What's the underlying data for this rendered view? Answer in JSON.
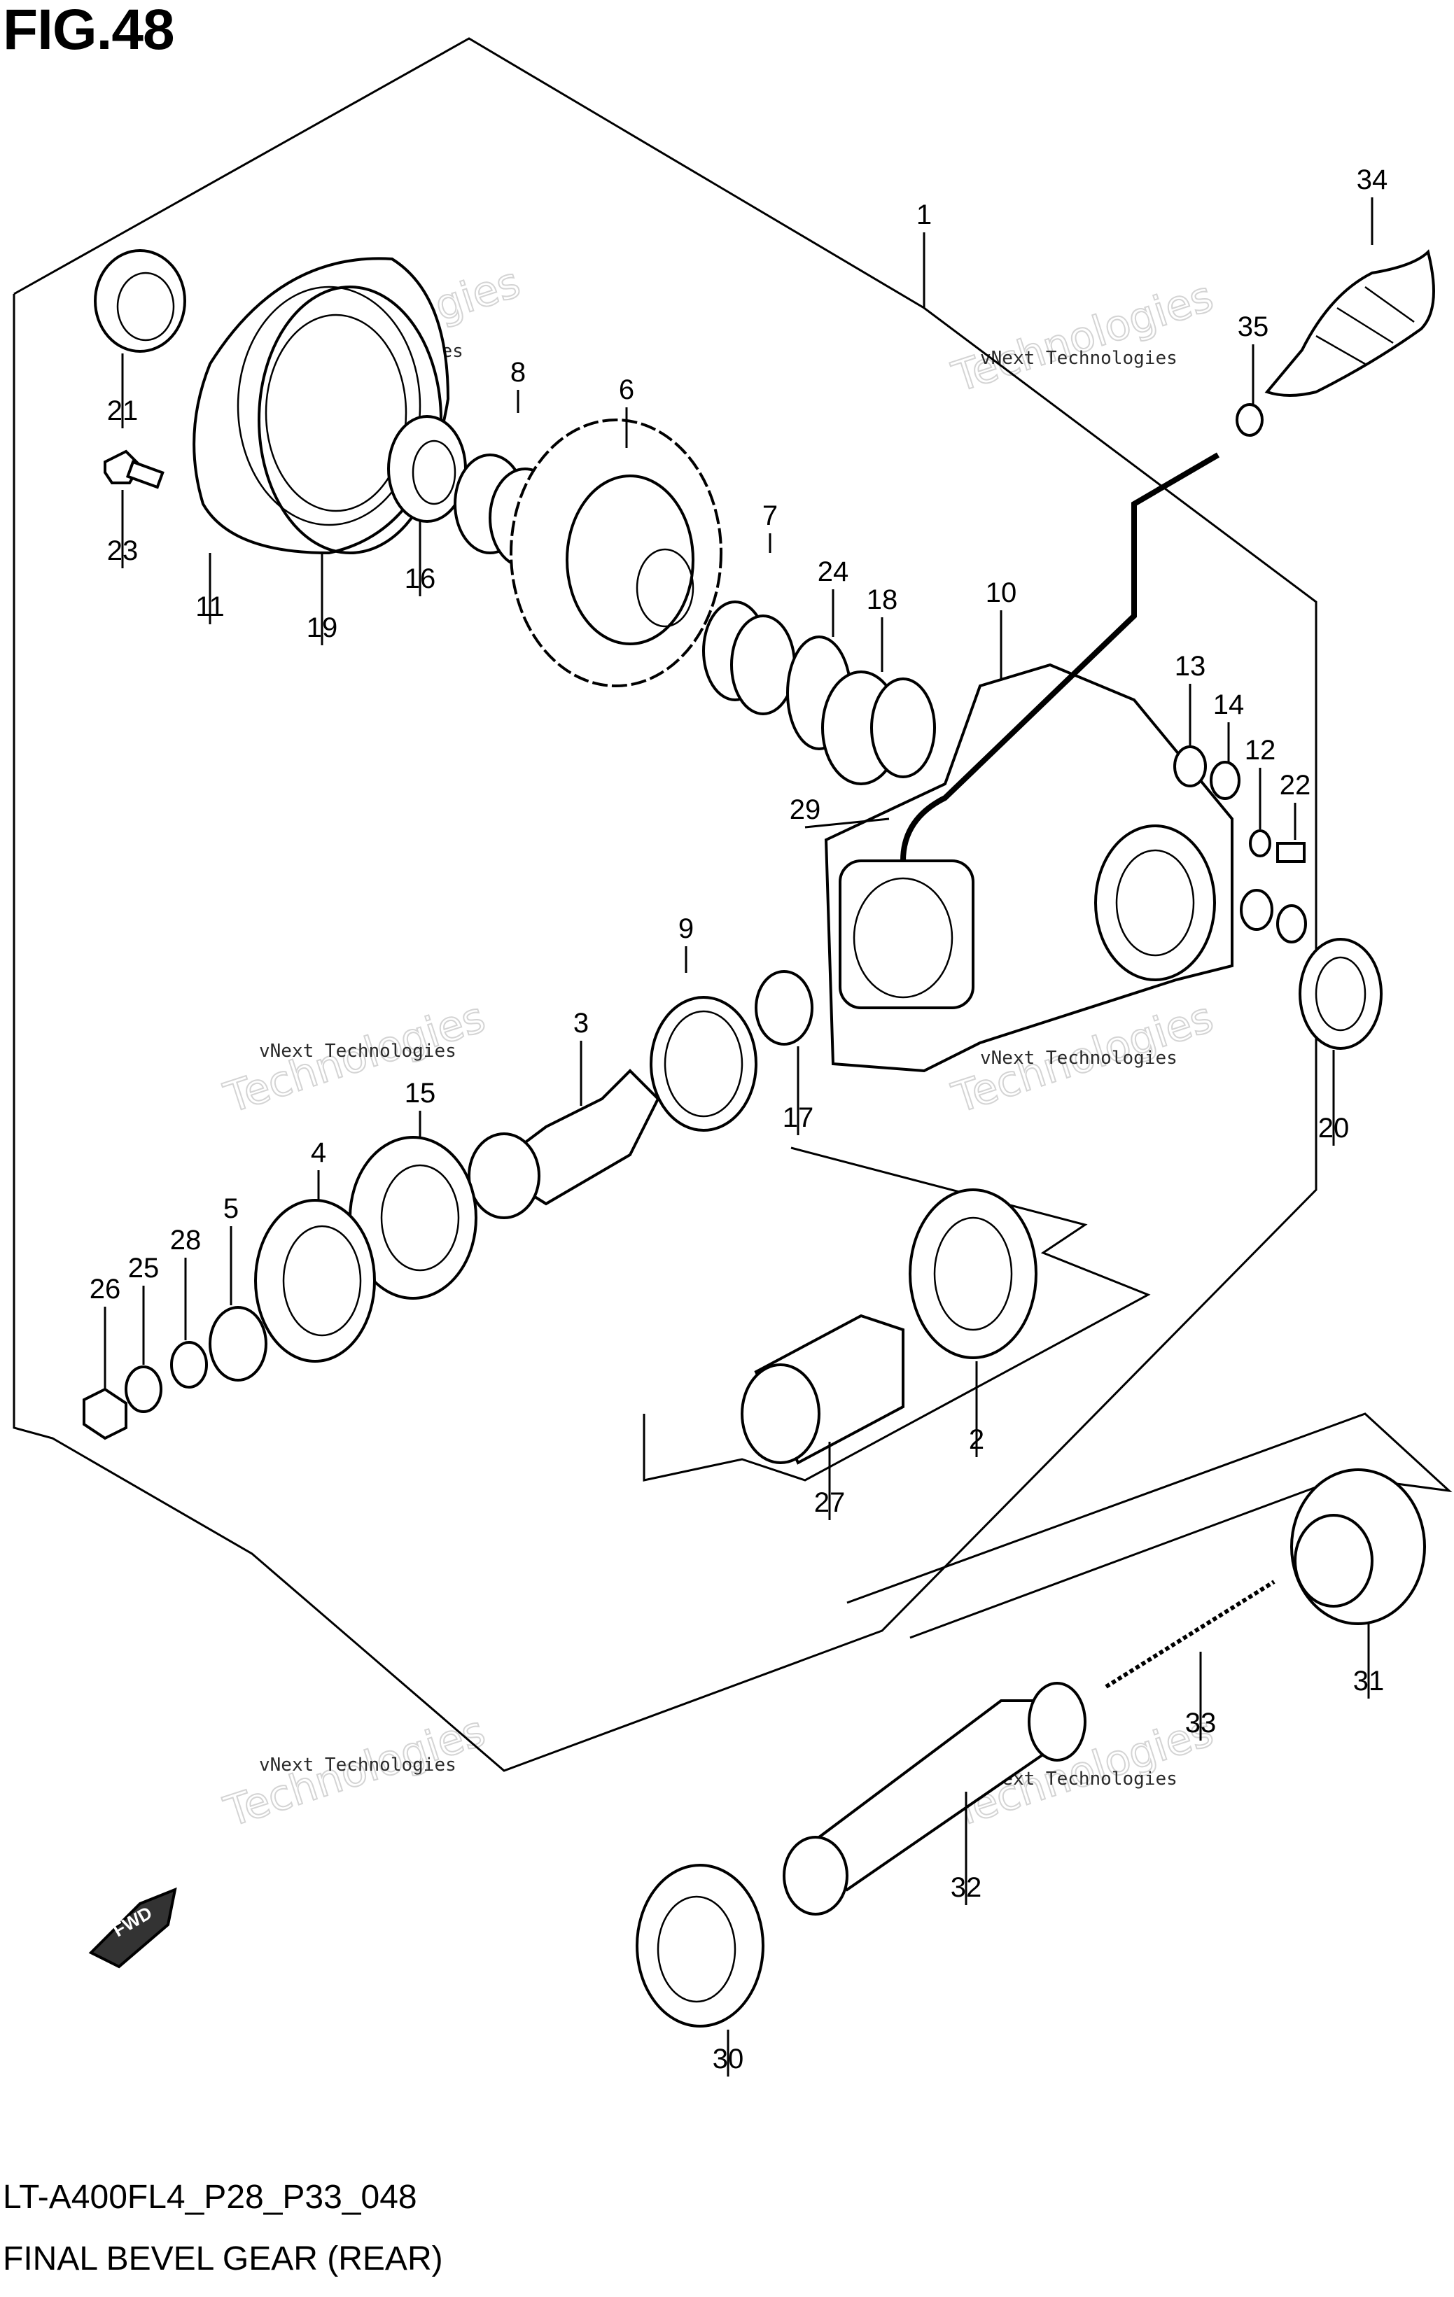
{
  "figure": {
    "title": "FIG.48",
    "code": "LT-A400FL4_P28_P33_048",
    "name": "FINAL BEVEL GEAR (REAR)"
  },
  "watermark": {
    "line1": "vNext Technologies",
    "line2_a": "vNext",
    "line2_b": "Technologies"
  },
  "fwd_label": "FWD",
  "parts": [
    {
      "ref": "1",
      "icon": "assembly-bracket-icon"
    },
    {
      "ref": "2",
      "icon": "oil-seal-icon"
    },
    {
      "ref": "3",
      "icon": "pinion-gear-icon"
    },
    {
      "ref": "4",
      "icon": "bearing-icon"
    },
    {
      "ref": "5",
      "icon": "spacer-icon"
    },
    {
      "ref": "6",
      "icon": "bevel-gear-icon"
    },
    {
      "ref": "7",
      "icon": "shim-icon"
    },
    {
      "ref": "8",
      "icon": "shim-icon"
    },
    {
      "ref": "9",
      "icon": "shim-icon"
    },
    {
      "ref": "10",
      "icon": "gear-case-icon"
    },
    {
      "ref": "11",
      "icon": "cover-icon"
    },
    {
      "ref": "12",
      "icon": "washer-icon"
    },
    {
      "ref": "13",
      "icon": "gasket-icon"
    },
    {
      "ref": "14",
      "icon": "plug-icon"
    },
    {
      "ref": "15",
      "icon": "bearing-icon"
    },
    {
      "ref": "16",
      "icon": "bearing-icon"
    },
    {
      "ref": "17",
      "icon": "needle-bearing-icon"
    },
    {
      "ref": "18",
      "icon": "bearing-icon"
    },
    {
      "ref": "19",
      "icon": "o-ring-icon"
    },
    {
      "ref": "20",
      "icon": "oil-seal-icon"
    },
    {
      "ref": "21",
      "icon": "oil-seal-icon"
    },
    {
      "ref": "22",
      "icon": "bolt-icon"
    },
    {
      "ref": "23",
      "icon": "bolt-icon"
    },
    {
      "ref": "24",
      "icon": "shim-icon"
    },
    {
      "ref": "25",
      "icon": "washer-icon"
    },
    {
      "ref": "26",
      "icon": "nut-icon"
    },
    {
      "ref": "27",
      "icon": "coupling-icon"
    },
    {
      "ref": "28",
      "icon": "washer-icon"
    },
    {
      "ref": "29",
      "icon": "breather-hose-icon"
    },
    {
      "ref": "30",
      "icon": "oil-seal-icon"
    },
    {
      "ref": "31",
      "icon": "spring-seat-icon"
    },
    {
      "ref": "32",
      "icon": "propeller-shaft-icon"
    },
    {
      "ref": "33",
      "icon": "spring-icon"
    },
    {
      "ref": "34",
      "icon": "boot-icon"
    },
    {
      "ref": "35",
      "icon": "clamp-icon"
    }
  ]
}
